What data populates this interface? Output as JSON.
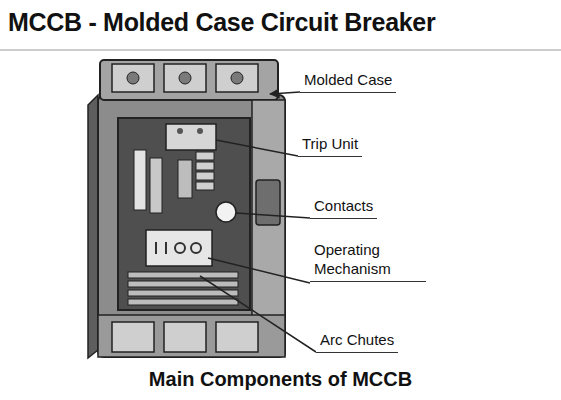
{
  "diagram": {
    "title": "MCCB - Molded Case Circuit Breaker",
    "caption": "Main Components of MCCB",
    "labels": [
      "Molded Case",
      "Trip Unit",
      "Contacts",
      "Operating Mechanism",
      "Arc Chutes"
    ]
  }
}
